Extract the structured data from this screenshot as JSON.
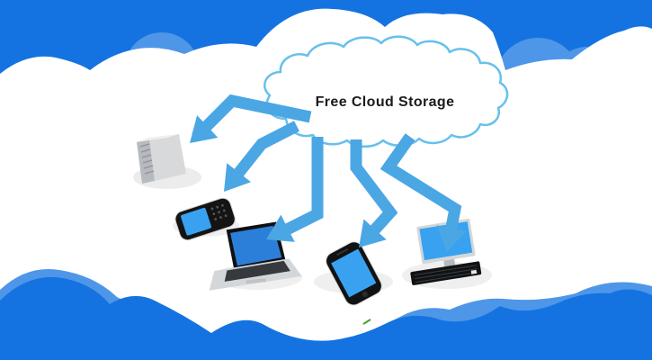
{
  "illustration": {
    "title": "Free Cloud Storage",
    "scene": "free-cloud-storage-banner",
    "devices": [
      {
        "name": "server-tower"
      },
      {
        "name": "keypad-phone"
      },
      {
        "name": "laptop"
      },
      {
        "name": "smartphone"
      },
      {
        "name": "desktop-computer"
      }
    ],
    "arrows": [
      {
        "from": "storage-cloud",
        "to": "server-tower"
      },
      {
        "from": "storage-cloud",
        "to": "keypad-phone"
      },
      {
        "from": "storage-cloud",
        "to": "laptop"
      },
      {
        "from": "storage-cloud",
        "to": "smartphone"
      },
      {
        "from": "storage-cloud",
        "to": "desktop-computer"
      }
    ]
  },
  "colors": {
    "background": "#1473E0",
    "cloud_light": "#4E96E8",
    "cloud_white": "#FFFFFF",
    "arrow": "#4BA6E4",
    "cloud_outline": "#66C0EC",
    "title_text": "#1B1B1B",
    "screen_blue": "#38A2F0",
    "screen_dark_blue": "#2C7FD9",
    "green_speck": "#3FA32A"
  }
}
